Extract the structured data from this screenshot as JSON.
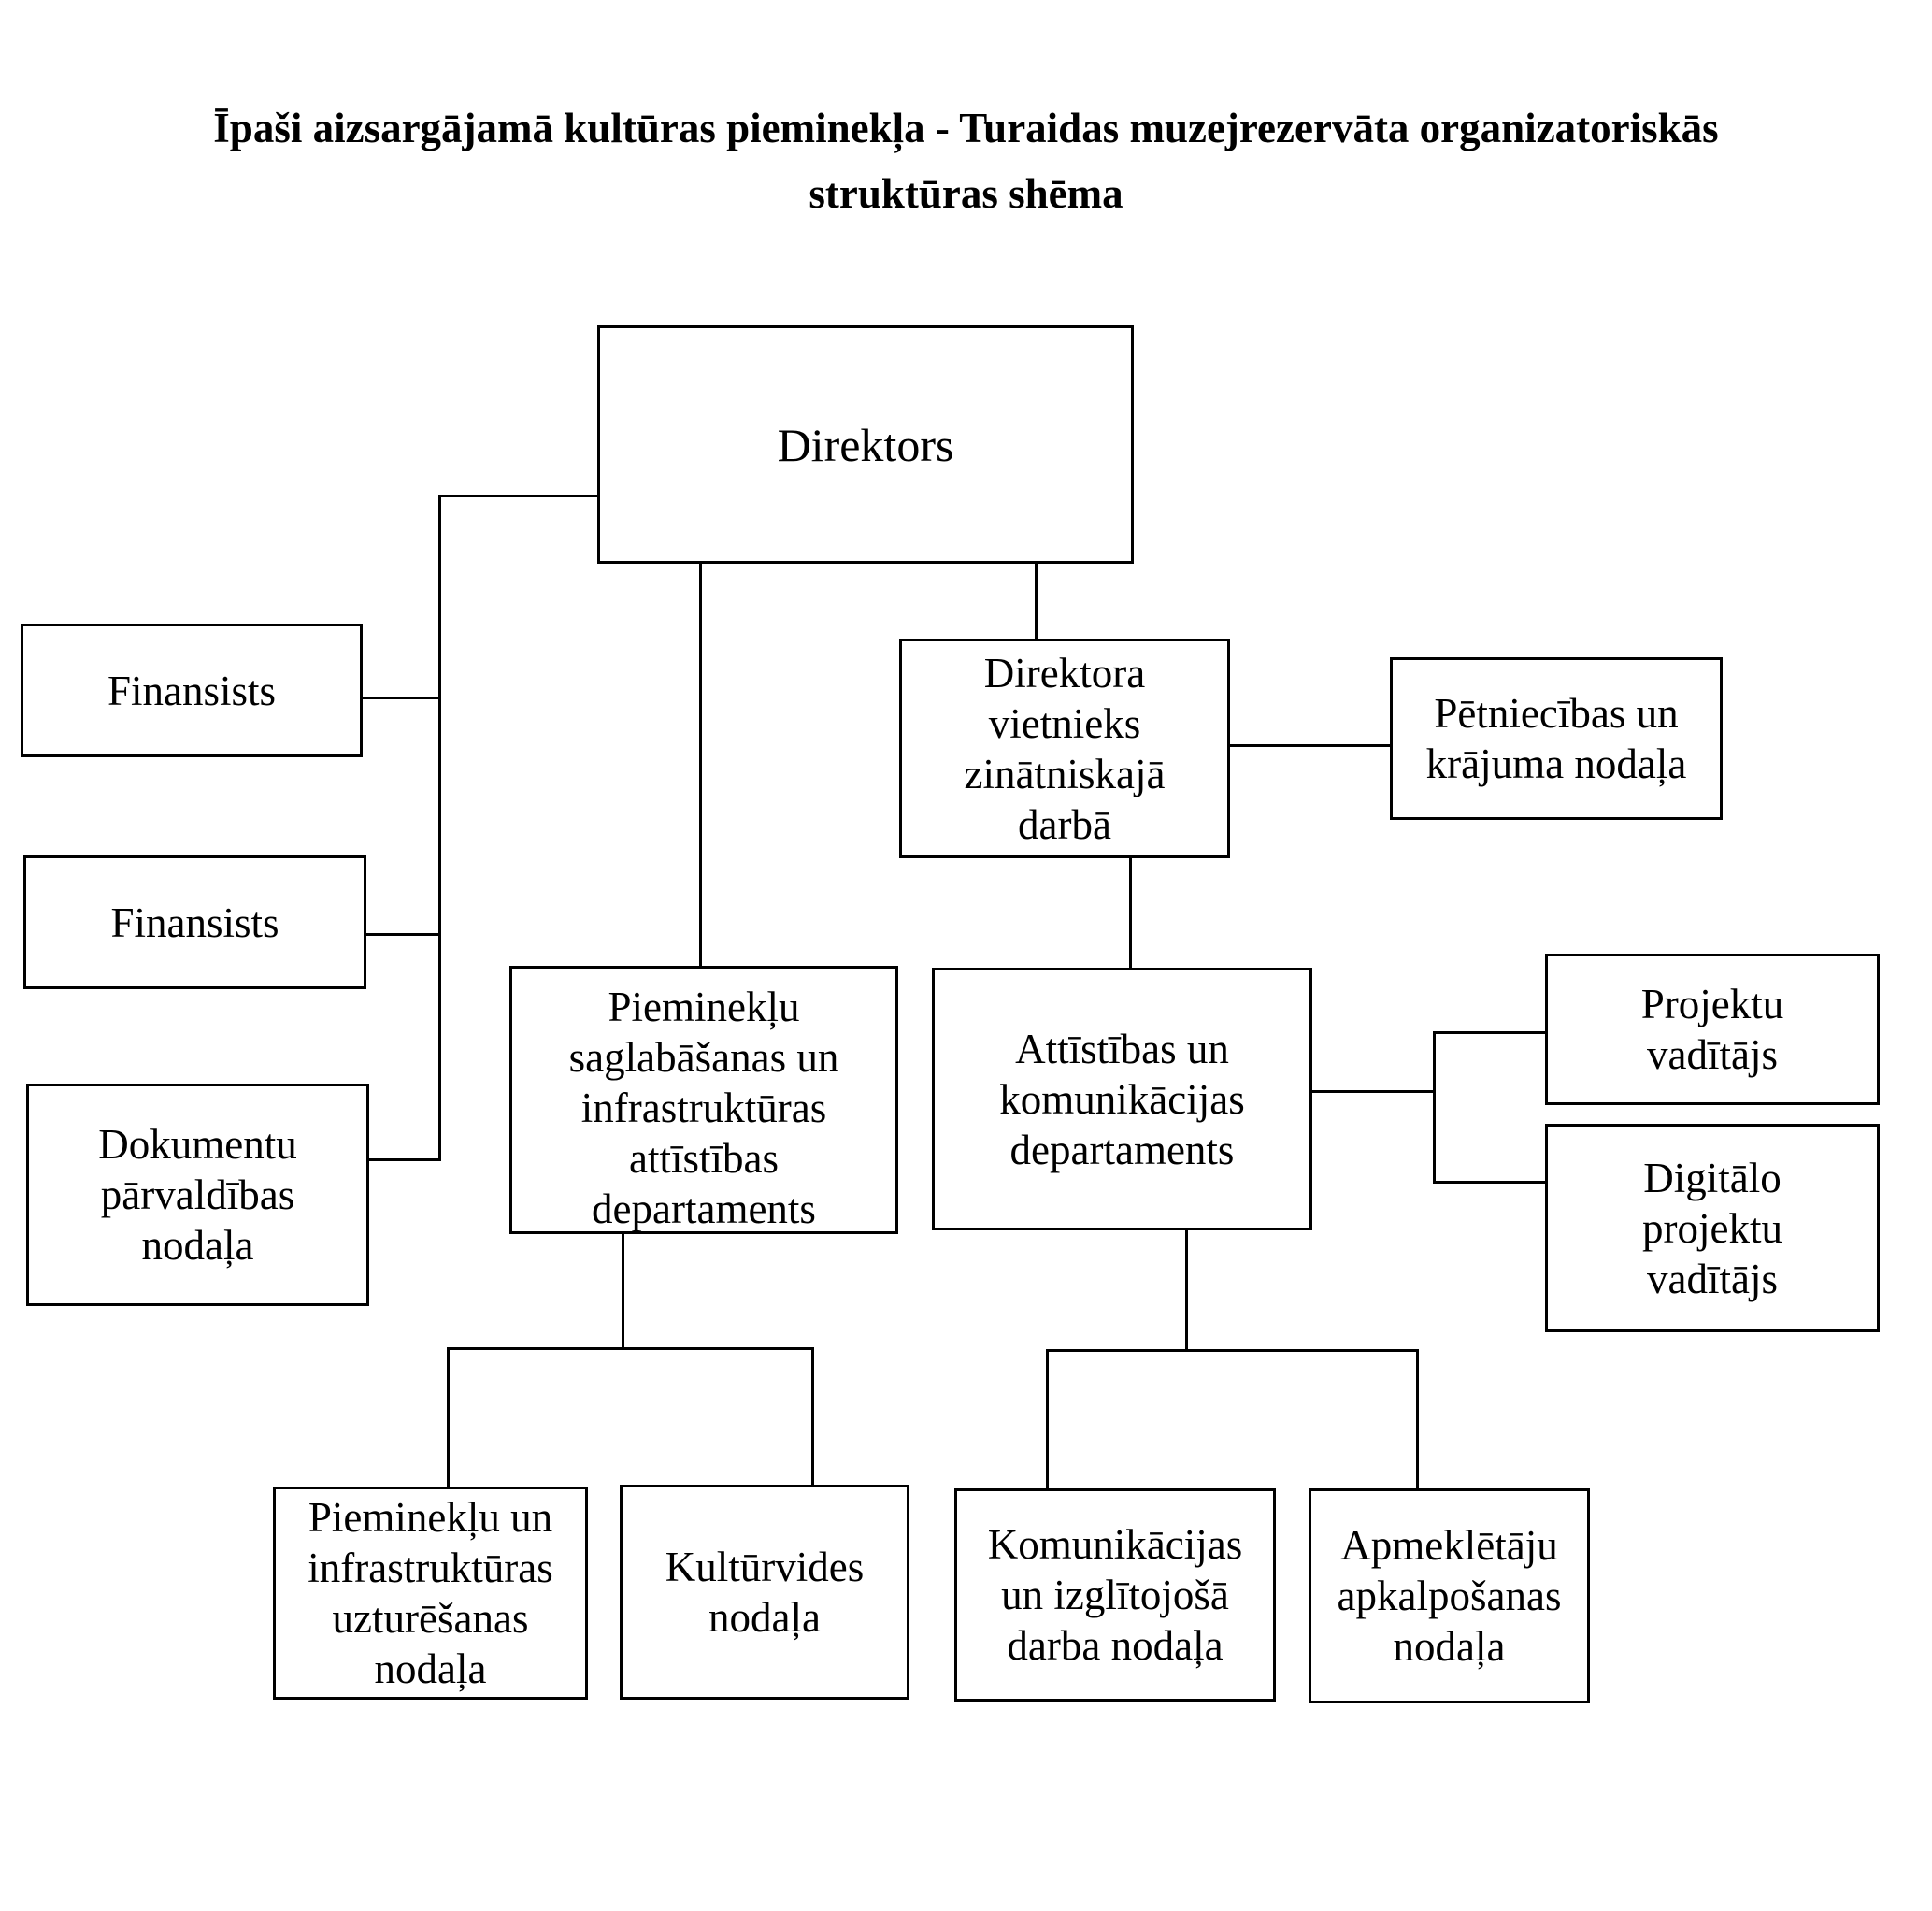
{
  "title": {
    "line1": "Īpaši aizsargājamā kultūras pieminekļa - Turaidas muzejrezervāta organizatoriskās",
    "line2": "struktūras shēma"
  },
  "nodes": {
    "direktors": {
      "label": "Direktors"
    },
    "finansists1": {
      "label": "Finansists"
    },
    "finansists2": {
      "label": "Finansists"
    },
    "dokumentu": {
      "label": "Dokumentu\npārvaldības\nnodaļa"
    },
    "vietnieks": {
      "label": "Direktora\nvietnieks\nzinātniskajā\ndarbā"
    },
    "petniecibas": {
      "label": "Pētniecības un\nkrājuma nodaļa"
    },
    "piemineklu_dept": {
      "label": "Pieminekļu\nsaglabāšanas un\ninfrastruktūras\nattīstības\ndepartaments"
    },
    "attistibas_dept": {
      "label": "Attīstības un\nkomunikācijas\ndepartaments"
    },
    "projektu": {
      "label": "Projektu\nvadītājs"
    },
    "digitalo": {
      "label": "Digitālo\nprojektu\nvadītājs"
    },
    "piemineklu2": {
      "label": "Pieminekļu un\ninfrastruktūras\nuzturēšanas\nnodaļa"
    },
    "kulturvides": {
      "label": "Kultūrvides\nnodaļa"
    },
    "komunikacijas": {
      "label": "Komunikācijas\nun izglītojošā\ndarba nodaļa"
    },
    "apmekletaju": {
      "label": "Apmeklētāju\napkalpošanas\nnodaļa"
    }
  },
  "colors": {
    "background": "#ffffff",
    "text": "#000000",
    "line": "#000000"
  }
}
